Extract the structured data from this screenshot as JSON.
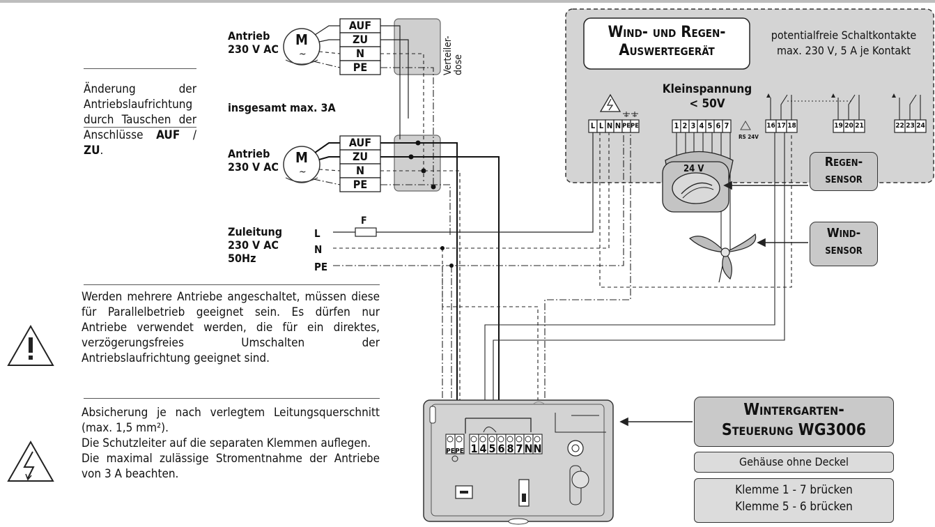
{
  "note_direction": {
    "text_plain": "Änderung der Antriebslaufrichtung durch Tauschen der Anschlüsse ",
    "auf": "AUF",
    "sep": " / ",
    "zu": "ZU",
    "end": "."
  },
  "drive": {
    "label_line1": "Antrieb",
    "label_line2": "230 V AC",
    "motor": "M",
    "tilde": "~"
  },
  "drive_terminals": [
    "AUF",
    "ZU",
    "N",
    "PE"
  ],
  "junction_box": "Verteiler-\ndose",
  "total_max": "insgesamt max. 3A",
  "supply": {
    "line1": "Zuleitung",
    "line2": "230 V AC",
    "line3": "50Hz",
    "L": "L",
    "N": "N",
    "PE": "PE",
    "fuse": "F"
  },
  "warning_parallel": "Werden mehrere Antriebe angeschaltet, müssen diese für Parallelbetrieb geeignet sein. Es dürfen nur Antriebe verwendet werden, die für ein direktes, verzögerungsfreies Umschalten der Antriebslaufrichtung geeignet sind.",
  "warning_fuse": {
    "p1": "Absicherung je nach verlegtem Leitungsquerschnitt (max. 1,5 mm²).",
    "p2": "Die Schutzleiter auf die separaten Klemmen auflegen.",
    "p3": "Die maximal zulässige Stromentnahme der Antriebe von 3 A beachten."
  },
  "evaluator": {
    "title_line1": "Wind- und Regen-",
    "title_line2": "Auswertegerät",
    "contacts_line1": "potentialfreie Schaltkontakte",
    "contacts_line2": "max. 230 V,   5 A je Kontakt",
    "low_voltage_line1": "Kleinspannung",
    "low_voltage_line2": "< 50V",
    "rs": "RS 24V",
    "terminals_power": [
      "L",
      "L",
      "N",
      "N",
      "PE",
      "PE"
    ],
    "terminals_low": [
      "1",
      "2",
      "3",
      "4",
      "5",
      "6",
      "7"
    ],
    "terminals_relay": [
      "16",
      "17",
      "18",
      "19",
      "20",
      "21",
      "22",
      "23",
      "24"
    ]
  },
  "rain_sensor": {
    "voltage": "24 V",
    "label_line1": "Regen-",
    "label_line2": "sensor"
  },
  "wind_sensor": {
    "label_line1": "Wind-",
    "label_line2": "sensor"
  },
  "controller": {
    "title_line1": "Wintergarten-",
    "title_line2": "Steuerung WG3006",
    "housing": "Gehäuse ohne Deckel",
    "bridge1": "Klemme 1 - 7 brücken",
    "bridge2": "Klemme 5 - 6 brücken",
    "terminals": [
      "PE",
      "PE",
      "1",
      "4",
      "5",
      "6",
      "8",
      "7",
      "N",
      "N"
    ]
  }
}
